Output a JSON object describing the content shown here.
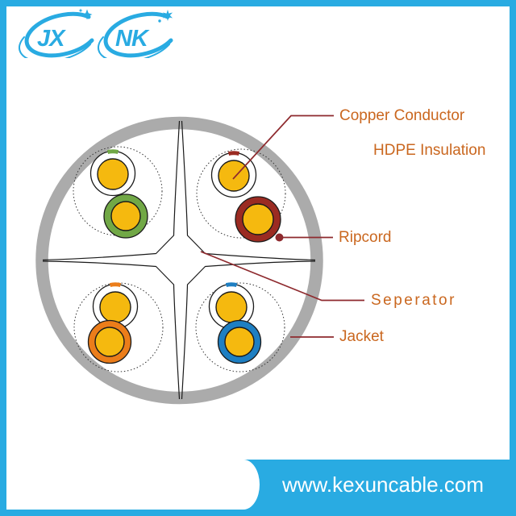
{
  "logos": {
    "logo1": "JX",
    "logo2": "NK"
  },
  "callouts": {
    "copper_conductor": "Copper Conductor",
    "hdpe_insulation": "HDPE Insulation",
    "ripcord": "Ripcord",
    "seperator": "Seperator",
    "jacket": "Jacket"
  },
  "footer": {
    "website": "www.kexuncable.com"
  },
  "colors": {
    "brand_blue": "#29ABE2",
    "label_orange": "#CA671F",
    "leader_red": "#8E2A2E",
    "jacket_gray": "#ABABAB",
    "copper_gold": "#F5B90F",
    "pair_green": "#71A846",
    "pair_red": "#9B2B22",
    "pair_orange": "#EB7D1A",
    "pair_blue": "#1E7FC2",
    "wire_outline": "#1A1A1A",
    "footer_text": "#FFFFFF"
  },
  "diagram": {
    "type": "cable-cross-section",
    "pairs": [
      {
        "quadrant": "top-left",
        "stripe_color": "green"
      },
      {
        "quadrant": "top-right",
        "stripe_color": "red"
      },
      {
        "quadrant": "bottom-left",
        "stripe_color": "orange"
      },
      {
        "quadrant": "bottom-right",
        "stripe_color": "blue"
      }
    ]
  }
}
